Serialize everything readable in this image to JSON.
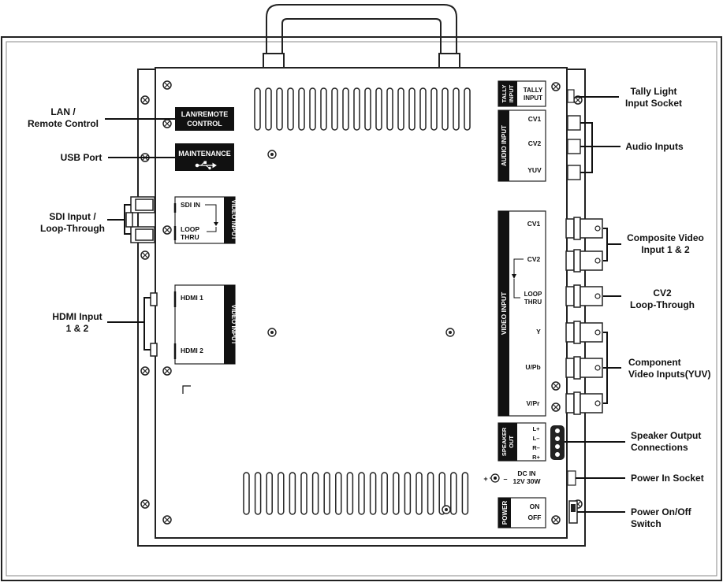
{
  "callouts_left": {
    "lan": [
      "LAN /",
      "Remote Control"
    ],
    "usb": [
      "USB Port"
    ],
    "sdi": [
      "SDI Input /",
      "Loop-Through"
    ],
    "hdmi": [
      "HDMI Input",
      "1 & 2"
    ]
  },
  "callouts_right": {
    "tally": [
      "Tally Light",
      "Input Socket"
    ],
    "audio": [
      "Audio Inputs"
    ],
    "composite": [
      "Composite Video",
      "Input 1 & 2"
    ],
    "cv2loop": [
      "CV2",
      "Loop-Through"
    ],
    "component": [
      "Component",
      "Video Inputs(YUV)"
    ],
    "speaker": [
      "Speaker Output",
      "Connections"
    ],
    "power_in": [
      "Power In Socket"
    ],
    "power_switch": [
      "Power On/Off",
      "Switch"
    ]
  },
  "panel": {
    "lan_label": [
      "LAN/REMOTE",
      "CONTROL"
    ],
    "maintenance_label": "MAINTENANCE",
    "sdi_in": "SDI IN",
    "sdi_loop": [
      "LOOP",
      "THRU"
    ],
    "sdi_section": "VIDEO INPUT",
    "hdmi1": "HDMI 1",
    "hdmi2": "HDMI 2",
    "hdmi_section": "VIDEO INPUT",
    "tally_section": [
      "TALLY",
      "INPUT"
    ],
    "tally_label": [
      "TALLY",
      "INPUT"
    ],
    "audio_section": "AUDIO INPUT",
    "audio_ports": [
      "CV1",
      "CV2",
      "YUV"
    ],
    "video_section": "VIDEO INPUT",
    "video_ports": [
      "CV1",
      "CV2"
    ],
    "video_loop": [
      "LOOP",
      "THRU"
    ],
    "component_ports": [
      "Y",
      "U/Pb",
      "V/Pr"
    ],
    "speaker_section": [
      "SPEAKER",
      "OUT"
    ],
    "speaker_ports": [
      "L+",
      "L–",
      "R–",
      "R+"
    ],
    "dc_in": [
      "DC IN",
      "12V 30W"
    ],
    "dc_polarity": [
      "+",
      "–"
    ],
    "power_section": "POWER",
    "power_states": [
      "ON",
      "OFF"
    ]
  }
}
